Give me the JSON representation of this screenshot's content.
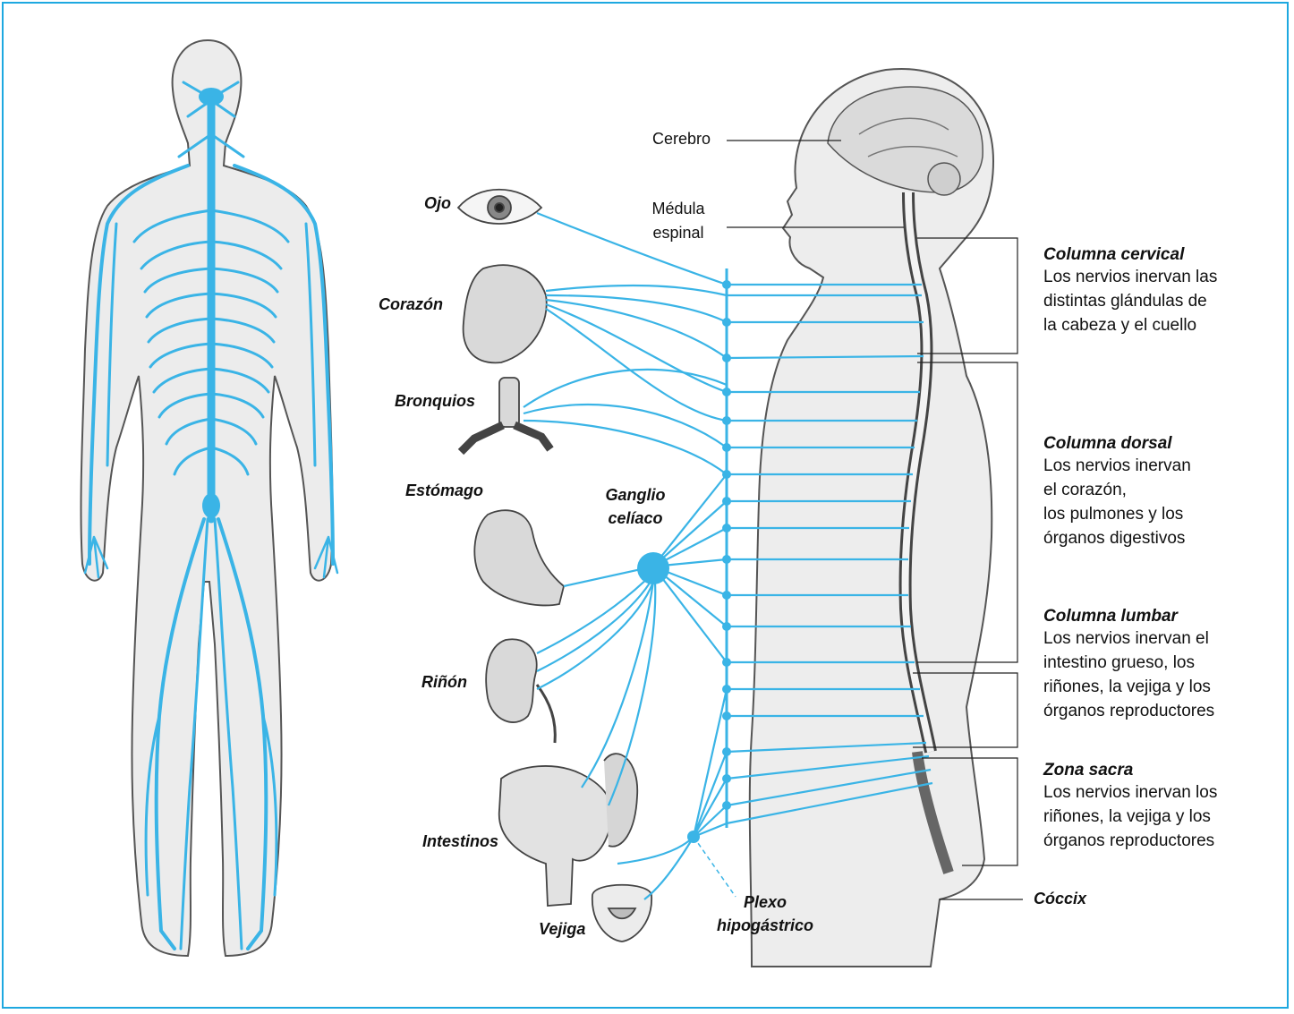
{
  "colors": {
    "nerve": "#3ab4e6",
    "frame": "#1ea8e0",
    "body_outline": "#555555",
    "body_fill": "#e9e9e9"
  },
  "labels": {
    "cerebro": "Cerebro",
    "medula": "Médula\nespinal",
    "coccix": "Cóccix"
  },
  "organs": {
    "ojo": "Ojo",
    "corazon": "Corazón",
    "bronquios": "Bronquios",
    "estomago": "Estómago",
    "ganglio": "Ganglio\ncelíaco",
    "rinon": "Riñón",
    "intestinos": "Intestinos",
    "vejiga": "Vejiga",
    "plexo": "Plexo\nhipogástrico"
  },
  "sections": [
    {
      "title": "Columna cervical",
      "desc": "Los nervios inervan las\ndistintas glándulas de\nla cabeza y el cuello"
    },
    {
      "title": "Columna dorsal",
      "desc": "Los nervios inervan\nel corazón,\nlos pulmones y los\nórganos digestivos"
    },
    {
      "title": "Columna lumbar",
      "desc": "Los nervios inervan el\nintestino grueso, los\nriñones, la vejiga y los\nórganos reproductores"
    },
    {
      "title": "Zona sacra",
      "desc": "Los nervios inervan los\nriñones, la vejiga y los\nórganos reproductores"
    }
  ]
}
